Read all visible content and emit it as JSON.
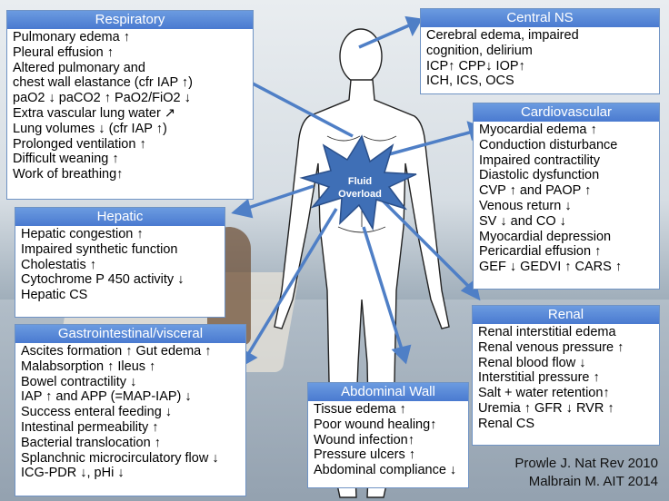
{
  "center_label_line1": "Fluid",
  "center_label_line2": "Overload",
  "boxes": {
    "respiratory": {
      "title": "Respiratory",
      "items": [
        "Pulmonary edema ↑",
        "Pleural effusion ↑",
        "Altered pulmonary and",
        "chest wall elastance (cfr IAP ↑)",
        "paO2 ↓ paCO2 ↑ PaO2/FiO2 ↓",
        "Extra vascular lung water ↗",
        "Lung volumes ↓ (cfr IAP ↑)",
        "Prolonged ventilation ↑",
        "Difficult weaning ↑",
        "Work of breathing↑"
      ]
    },
    "central_ns": {
      "title": "Central NS",
      "items": [
        "Cerebral edema, impaired",
        "cognition, delirium",
        "ICP↑ CPP↓ IOP↑",
        "ICH, ICS, OCS"
      ]
    },
    "cardiovascular": {
      "title": "Cardiovascular",
      "items": [
        "Myocardial edema ↑",
        "Conduction disturbance",
        "Impaired contractility",
        "Diastolic dysfunction",
        "CVP ↑ and PAOP ↑",
        "Venous return ↓",
        "SV ↓ and CO ↓",
        "Myocardial depression",
        "Pericardial effusion ↑",
        "GEF ↓ GEDVI ↑ CARS ↑"
      ]
    },
    "hepatic": {
      "title": "Hepatic",
      "items": [
        "Hepatic congestion ↑",
        "Impaired synthetic function",
        "Cholestatis ↑",
        "Cytochrome P 450 activity ↓",
        "Hepatic CS"
      ]
    },
    "renal": {
      "title": "Renal",
      "items": [
        "Renal interstitial edema",
        "Renal venous pressure ↑",
        "Renal blood flow ↓",
        "Interstitial pressure ↑",
        "Salt + water retention↑",
        "Uremia ↑ GFR ↓ RVR ↑",
        "Renal CS"
      ]
    },
    "gastro": {
      "title": "Gastrointestinal/visceral",
      "items": [
        "Ascites formation ↑ Gut edema ↑",
        "Malabsorption ↑ Ileus ↑",
        "Bowel contractility ↓",
        "IAP ↑ and APP (=MAP-IAP) ↓",
        "Success enteral feeding ↓",
        "Intestinal permeability ↑",
        "Bacterial translocation ↑",
        "Splanchnic microcirculatory flow ↓",
        "ICG-PDR ↓, pHi ↓"
      ]
    },
    "abdominal": {
      "title": "Abdominal Wall",
      "items": [
        "Tissue edema ↑",
        "Poor wound healing↑",
        "Wound infection↑",
        "Pressure ulcers ↑",
        "Abdominal compliance ↓"
      ]
    }
  },
  "citations": [
    "Prowle J. Nat Rev 2010",
    "Malbrain M. AIT 2014"
  ],
  "colors": {
    "header_blue": "#4a7ad0",
    "arrow_blue": "#4f7fc6",
    "star_fill": "#3f6fb6"
  }
}
